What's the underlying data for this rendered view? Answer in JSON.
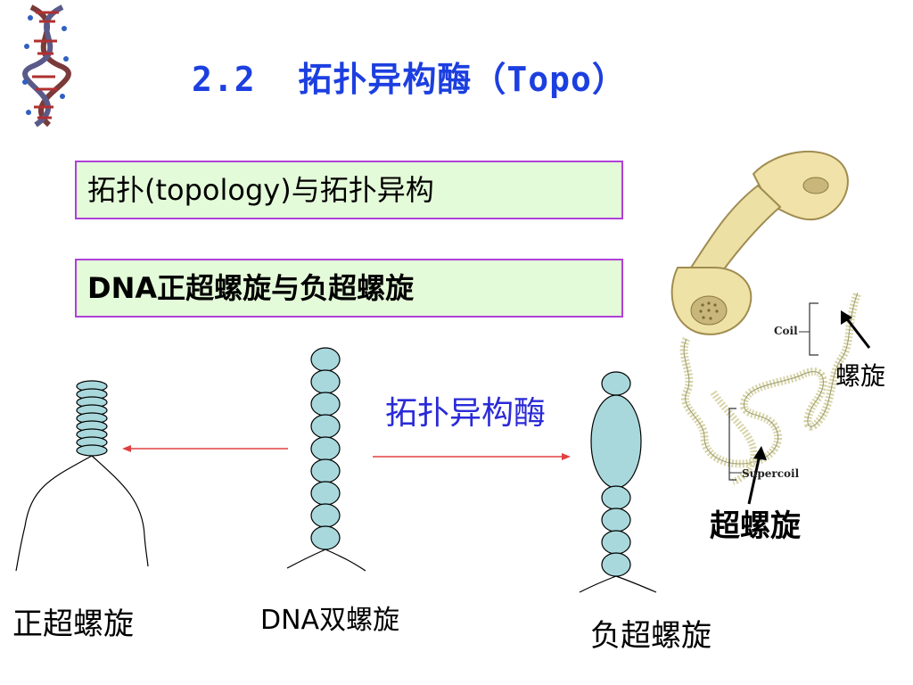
{
  "title": "2.2  拓扑异构酶（Topo）",
  "boxes": {
    "topology": "拓扑(topology)与拓扑异构",
    "supercoil": "DNA正超螺旋与负超螺旋"
  },
  "enzyme_label": "拓扑异构酶",
  "labels": {
    "positive": "正超螺旋",
    "dna_double": "DNA双螺旋",
    "negative": "负超螺旋",
    "coil_cn": "螺旋",
    "supercoil_cn": "超螺旋",
    "coil_en": "Coil",
    "supercoil_en": "Supercoil"
  },
  "colors": {
    "title": "#1c3fe0",
    "box_fill": "#e4fbd9",
    "box_border": "#b040d8",
    "bead_fill": "#a8d8dc",
    "arrow_red": "#e04040",
    "enzyme_text": "#2a2ad8"
  },
  "icons": [
    "dna-helix-icon",
    "telephone-handset-icon"
  ]
}
